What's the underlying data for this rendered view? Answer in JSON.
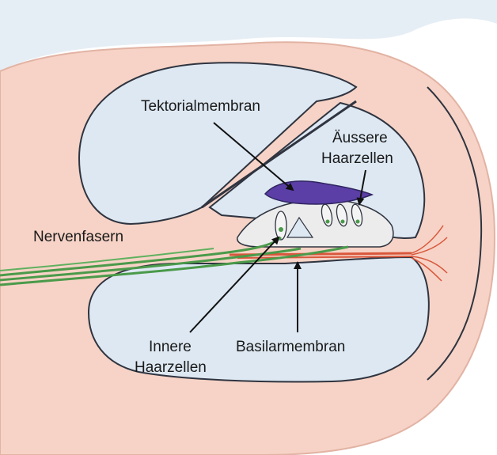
{
  "labels": {
    "tektorialmembran": "Tektorialmembran",
    "aussere_line1": "Äussere",
    "aussere_line2": "Haarzellen",
    "nervenfasern": "Nervenfasern",
    "innere_line1": "Innere",
    "innere_line2": "Haarzellen",
    "basilarmembran": "Basilarmembran"
  },
  "colors": {
    "tissue": "#f6d3c6",
    "tissue_edge": "#e2b3a4",
    "fluid": "#dde8f2",
    "fluid_edge": "#2f3440",
    "membrane": "#5b3ea6",
    "nerve": "#4a9a4a",
    "basilar": "#d9573c",
    "organ": "#ececec"
  }
}
